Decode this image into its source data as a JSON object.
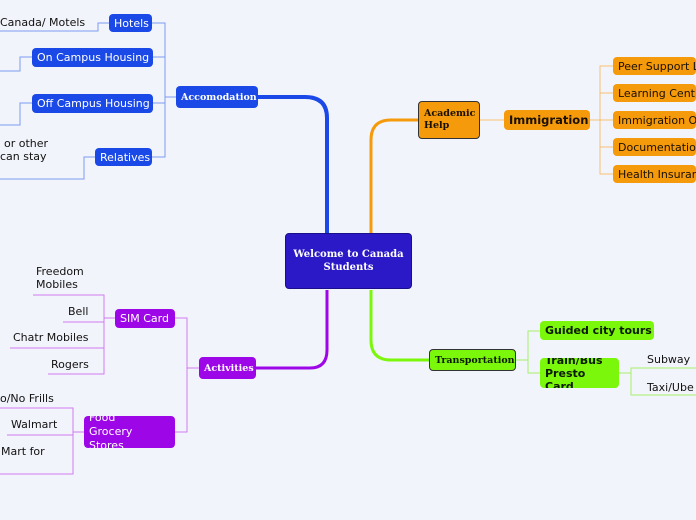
{
  "center": "Welcome to Canada Students",
  "accomodation": {
    "title": "Accomodation",
    "hotels": "Hotels",
    "hotels_leaf": "Canada/ Motels",
    "on_campus": "On Campus Housing",
    "off_campus": "Off Campus Housing",
    "relatives": "Relatives",
    "relatives_leaf_1": "or other",
    "relatives_leaf_2": "can  stay"
  },
  "academic": {
    "title_1": "Academic",
    "title_2": "Help",
    "immigration": "Immigration",
    "items": [
      "Peer Support L",
      "Learning Centr",
      "Immigration O",
      "Documentatio",
      "Health Insuran"
    ]
  },
  "transportation": {
    "title": "Transportation",
    "tours": "Guided city tours",
    "train_1": "Train/Bus",
    "train_2": "Presto Card",
    "subway": "Subway",
    "taxi": "Taxi/Ube"
  },
  "activities": {
    "title": "Activities",
    "sim": "SIM Card",
    "sim_items": [
      "Freedom",
      "Mobiles",
      "Bell",
      "Chatr Mobiles",
      "Rogers"
    ],
    "food_1": "Food",
    "food_2": "Grocery Stores",
    "food_items": [
      "o/No Frills",
      "Walmart",
      "Mart for"
    ]
  },
  "colors": {
    "accomodation": "#1a49e8",
    "center": "#2b19c7",
    "academic": "#f59a0a",
    "transportation": "#7af70a",
    "activities": "#9d07e8"
  }
}
